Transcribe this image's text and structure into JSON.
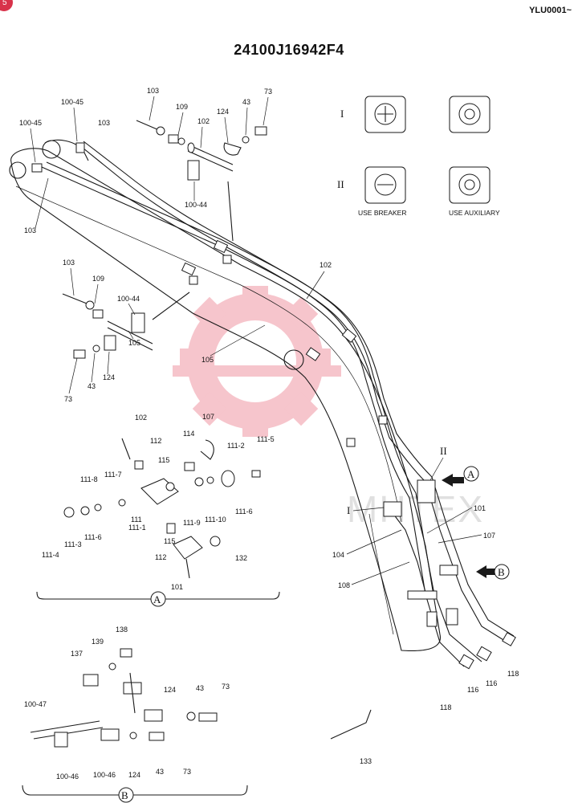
{
  "header": {
    "page_tab": "5",
    "code": "YLU0001~",
    "title": "24100J16942F4"
  },
  "watermark": {
    "text": "MHTEX",
    "logo": "gear-logo-icon"
  },
  "inset": {
    "row_i": "I",
    "row_ii": "II",
    "use_breaker": "USE BREAKER",
    "use_auxiliary": "USE AUXILIARY"
  },
  "callouts": {
    "a_upper": "A",
    "b_upper": "B",
    "view_a": "A",
    "view_b": "B"
  },
  "labels": {
    "p100_45_a": "100-45",
    "p100_45_b": "100-45",
    "p103_a": "103",
    "p103_b": "103",
    "p103_c": "103",
    "p103_d": "103",
    "p109_a": "109",
    "p102_a": "102",
    "p124_a": "124",
    "p43_a": "43",
    "p73_a": "73",
    "p100_44_a": "100-44",
    "p109_b": "109",
    "p100_44_b": "100-44",
    "p105_a": "105",
    "p73_b": "73",
    "p43_b": "43",
    "p124_b": "124",
    "p105_b": "105",
    "p102_b": "102",
    "p102_c": "102",
    "p112_a": "112",
    "p114": "114",
    "p107_a": "107",
    "p115_a": "115",
    "p111_2": "111-2",
    "p111_5": "111-5",
    "p111_8": "111-8",
    "p111_7": "111-7",
    "p111": "111",
    "p111_1": "111-1",
    "p111_9": "111-9",
    "p111_10": "111-10",
    "p111_6_a": "111-6",
    "p111_6_b": "111-6",
    "p111_3": "111-3",
    "p111_4": "111-4",
    "p115_b": "115",
    "p112_b": "112",
    "p132": "132",
    "p101_a": "101",
    "p101_b": "101",
    "p107_b": "107",
    "p104": "104",
    "p108": "108",
    "p118_a": "118",
    "p118_b": "118",
    "p116_a": "116",
    "p116_b": "116",
    "p133": "133",
    "p138": "138",
    "p139": "139",
    "p137": "137",
    "p100_47": "100-47",
    "p100_46_a": "100-46",
    "p100_46_b": "100-46",
    "p124_c": "124",
    "p124_d": "124",
    "p43_c": "43",
    "p43_d": "43",
    "p73_c": "73",
    "p73_d": "73",
    "p_i": "I",
    "p_ii": "II"
  }
}
